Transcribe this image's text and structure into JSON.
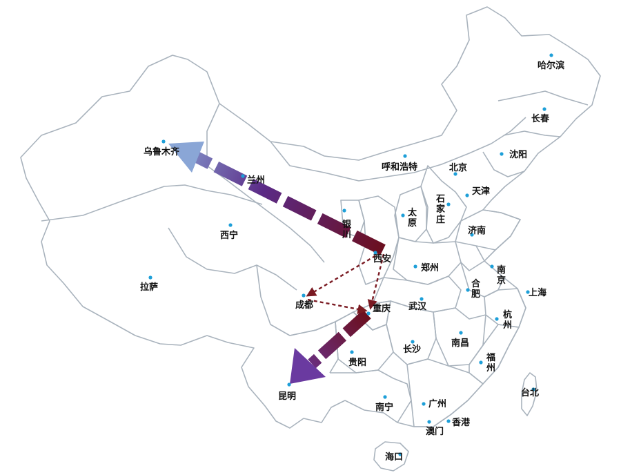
{
  "colors": {
    "border": "#a9b3bd",
    "city_dot": "#1e9fd8",
    "arrow_dark": "#6b0f1f",
    "arrow_purple": "#5b2a86",
    "arrow_light": "#8aa6d6",
    "dotted_route": "#7a1a22"
  },
  "cities": [
    {
      "name": "哈尔滨"
    },
    {
      "name": "长春"
    },
    {
      "name": "沈阳"
    },
    {
      "name": "呼和浩特"
    },
    {
      "name": "北京"
    },
    {
      "name": "天津"
    },
    {
      "name": "石家庄"
    },
    {
      "name": "太原"
    },
    {
      "name": "济南"
    },
    {
      "name": "乌鲁木齐"
    },
    {
      "name": "兰州"
    },
    {
      "name": "银川"
    },
    {
      "name": "西宁"
    },
    {
      "name": "西安"
    },
    {
      "name": "郑州"
    },
    {
      "name": "南京"
    },
    {
      "name": "合肥"
    },
    {
      "name": "上海"
    },
    {
      "name": "拉萨"
    },
    {
      "name": "成都"
    },
    {
      "name": "重庆"
    },
    {
      "name": "武汉"
    },
    {
      "name": "杭州"
    },
    {
      "name": "南昌"
    },
    {
      "name": "长沙"
    },
    {
      "name": "贵阳"
    },
    {
      "name": "福州"
    },
    {
      "name": "台北"
    },
    {
      "name": "昆明"
    },
    {
      "name": "南宁"
    },
    {
      "name": "广州"
    },
    {
      "name": "香港"
    },
    {
      "name": "澳门"
    },
    {
      "name": "海口"
    }
  ],
  "routes": {
    "dashed_arrows": [
      {
        "from": "西安",
        "to": "乌鲁木齐"
      },
      {
        "from": "重庆",
        "to": "昆明"
      }
    ],
    "dotted_arrows": [
      {
        "from": "西安",
        "to": "成都"
      },
      {
        "from": "西安",
        "to": "重庆"
      },
      {
        "from": "成都",
        "to": "重庆"
      }
    ]
  }
}
